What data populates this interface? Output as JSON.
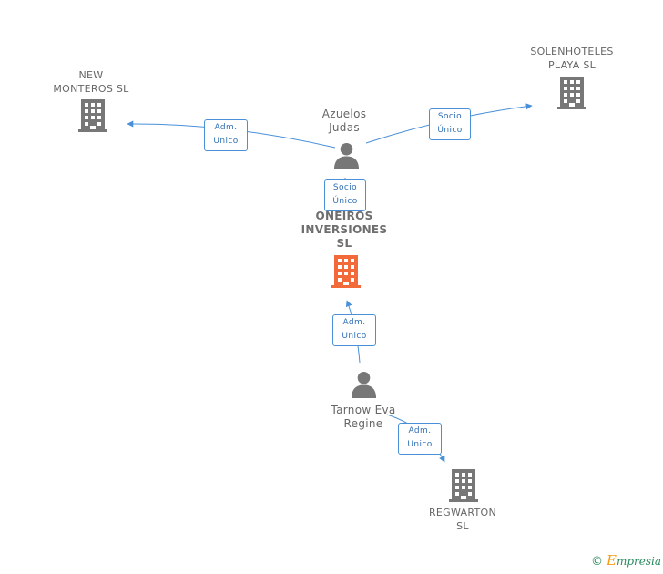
{
  "nodes": {
    "center": {
      "label": "ONEIROS\nINVERSIONES\nSL",
      "type": "company",
      "color": "#f26a3a"
    },
    "new_monteros": {
      "label": "NEW\nMONTEROS SL",
      "type": "company",
      "color": "#777777"
    },
    "solenhoteles": {
      "label": "SOLENHOTELES\nPLAYA SL",
      "type": "company",
      "color": "#777777"
    },
    "azuelos": {
      "label": "Azuelos\nJudas",
      "type": "person",
      "color": "#777777"
    },
    "tarnow": {
      "label": "Tarnow Eva\nRegine",
      "type": "person",
      "color": "#777777"
    },
    "regwarton": {
      "label": "REGWARTON\nSL",
      "type": "company",
      "color": "#777777"
    }
  },
  "edges": [
    {
      "label": "Adm.\nUnico",
      "from": "azuelos",
      "to": "new_monteros"
    },
    {
      "label": "Socio\nÚnico",
      "from": "azuelos",
      "to": "solenhoteles"
    },
    {
      "label": "Socio\nÚnico",
      "from": "azuelos",
      "to": "center"
    },
    {
      "label": "Adm.\nUnico",
      "from": "tarnow",
      "to": "center"
    },
    {
      "label": "Adm.\nUnico",
      "from": "tarnow",
      "to": "regwarton"
    }
  ],
  "colors": {
    "edge": "#4a90d9"
  },
  "footer": {
    "copyright": "©",
    "brand_initial": "E",
    "brand_rest": "mpresia"
  }
}
